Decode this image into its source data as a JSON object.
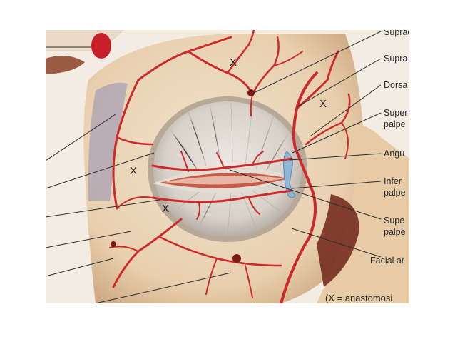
{
  "labels": [
    {
      "id": "supraorbital-top",
      "text": "Suprac"
    },
    {
      "id": "supratrochlear",
      "text": "Supra"
    },
    {
      "id": "dorsal-nasal",
      "text": "Dorsa"
    },
    {
      "id": "superior-palpebral",
      "text": "Super\npalpe"
    },
    {
      "id": "angular",
      "text": "Angu"
    },
    {
      "id": "inferior-palpebral",
      "text": "Infer\npalpe"
    },
    {
      "id": "superior-palpebral-2",
      "text": "Supe\npalpe"
    },
    {
      "id": "facial",
      "text": "Facial ar"
    }
  ],
  "anastomosis_marker": "X",
  "legend": "(X = anastomosi",
  "colors": {
    "artery": "#cc2a2a",
    "skin": "#efe2cd",
    "orbit": "#d9d3ca",
    "vein": "#8fb8d8",
    "shadow": "#7a2a20"
  }
}
